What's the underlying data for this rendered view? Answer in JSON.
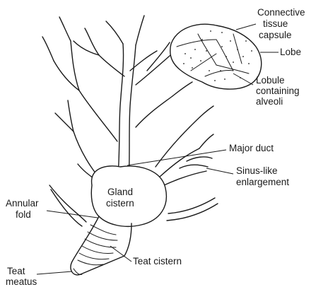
{
  "labels": {
    "connective_1": "Connective",
    "connective_2": "tissue",
    "connective_3": "capsule",
    "lobe": "Lobe",
    "lobule_1": "Lobule",
    "lobule_2": "containing",
    "lobule_3": "alveoli",
    "major_duct": "Major duct",
    "sinus_1": "Sinus-like",
    "sinus_2": "enlargement",
    "gland_1": "Gland",
    "gland_2": "cistern",
    "annular_1": "Annular",
    "annular_2": "fold",
    "teat_cistern": "Teat cistern",
    "teat_meatus_1": "Teat",
    "teat_meatus_2": "meatus"
  }
}
